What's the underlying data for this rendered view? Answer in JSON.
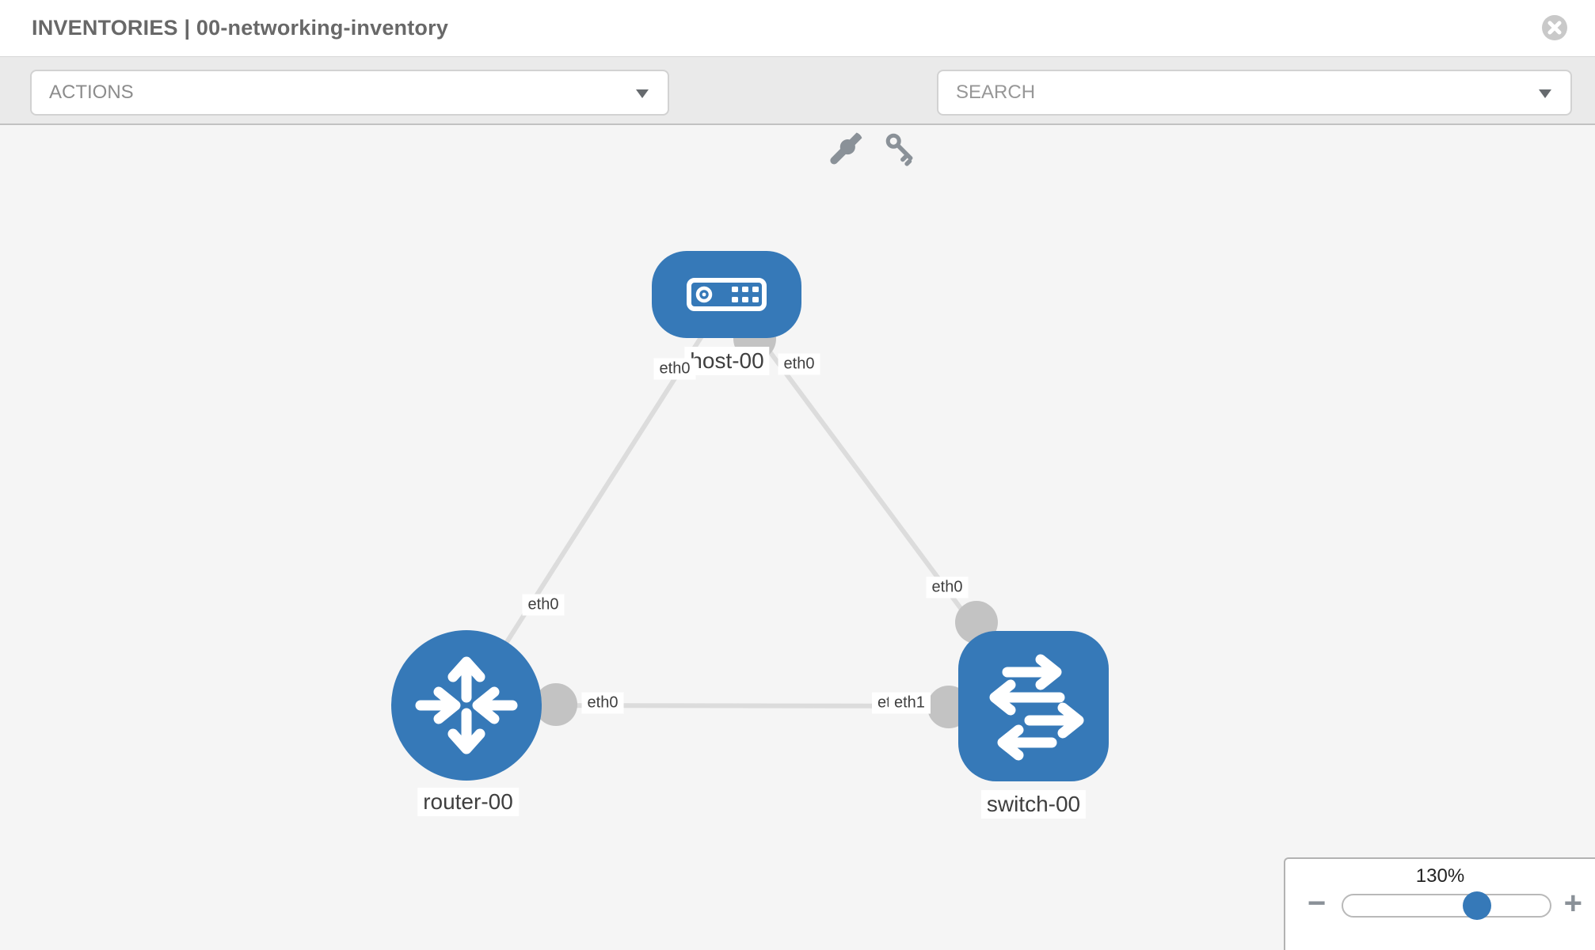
{
  "header": {
    "title": "INVENTORIES | 00-networking-inventory"
  },
  "toolbar": {
    "actions_label": "ACTIONS",
    "search_placeholder": "SEARCH",
    "icons": [
      "wrench-icon",
      "key-icon"
    ]
  },
  "canvas": {
    "colors": {
      "node": "#3679b8",
      "link": "#dcdcdc",
      "connector": "#c3c3c3",
      "background": "#f5f5f5",
      "label_text": "#3f3f3f"
    },
    "nodes": [
      {
        "label": "host-00",
        "type": "host",
        "icon": "host-icon"
      },
      {
        "label": "router-00",
        "type": "router",
        "icon": "router-icon"
      },
      {
        "label": "switch-00",
        "type": "switch",
        "icon": "switch-icon"
      }
    ],
    "links": [
      {
        "from": "host-00",
        "to": "router-00",
        "from_label": "eth0",
        "to_label": "eth0"
      },
      {
        "from": "host-00",
        "to": "switch-00",
        "from_label": "eth0",
        "to_label": "eth0"
      },
      {
        "from": "router-00",
        "to": "switch-00",
        "from_label": "eth0",
        "to_label": "eth1",
        "to_label_back": "eth0"
      }
    ]
  },
  "zoom_control": {
    "level": "130%",
    "minus_label": "−",
    "plus_label": "+"
  }
}
